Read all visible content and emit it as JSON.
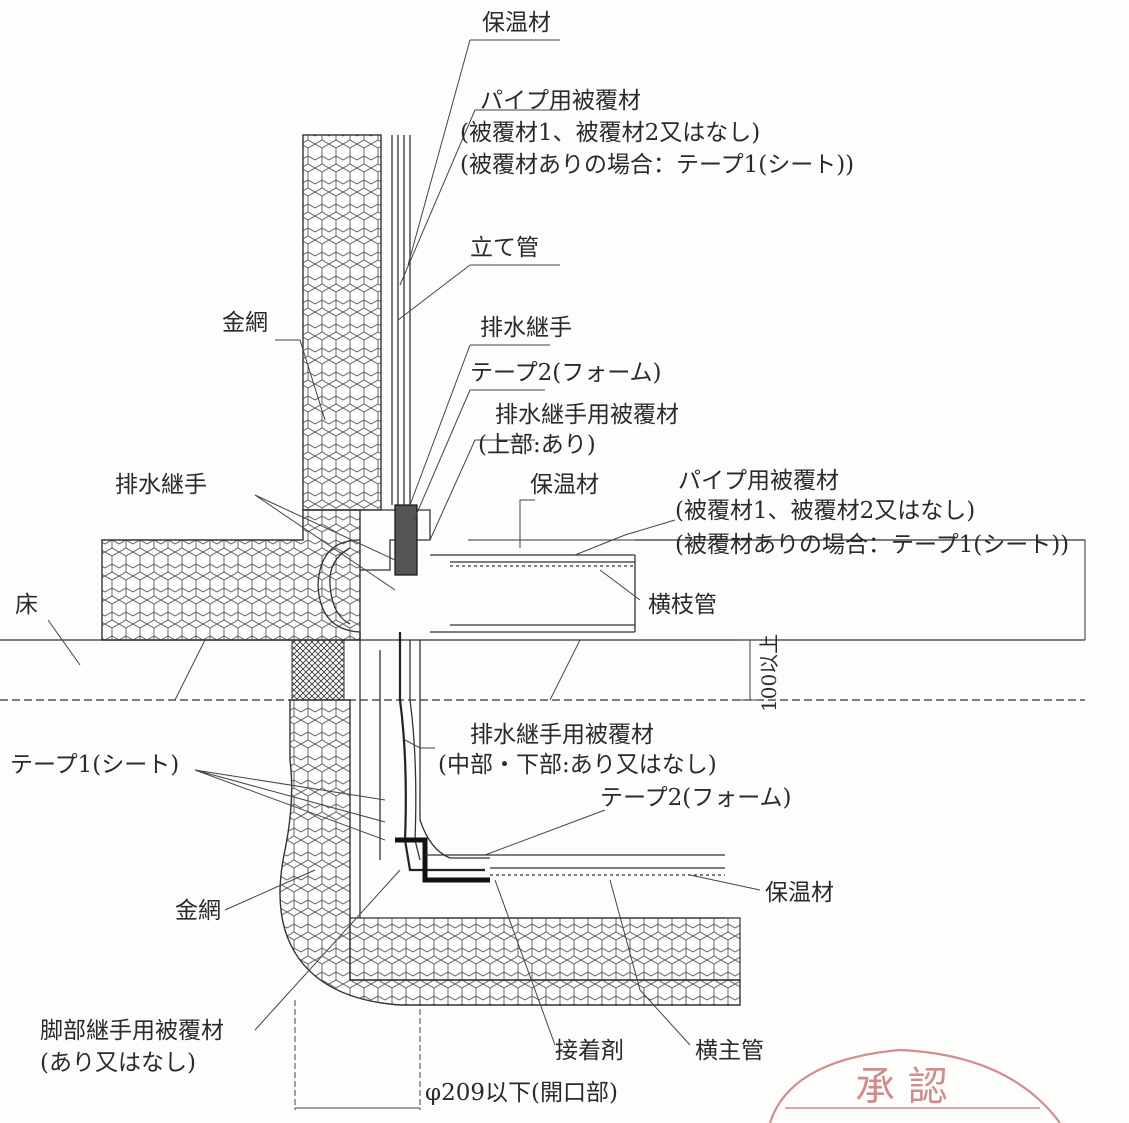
{
  "labels": {
    "insulation_top": "保温材",
    "pipe_cover_top_1": "パイプ用被覆材",
    "pipe_cover_top_2": "(被覆材1、被覆材2又はなし)",
    "pipe_cover_top_3": "(被覆材ありの場合：テープ1(シート))",
    "riser": "立て管",
    "wire_mesh_top": "金網",
    "drain_joint_upper": "排水継手",
    "tape2_upper": "テープ2(フォーム)",
    "joint_cover_upper_1": "排水継手用被覆材",
    "joint_cover_upper_2": "(上部:あり)",
    "drain_joint_left": "排水継手",
    "insulation_mid": "保温材",
    "pipe_cover_right_1": "パイプ用被覆材",
    "pipe_cover_right_2": "(被覆材1、被覆材2又はなし)",
    "pipe_cover_right_3": "(被覆材ありの場合：テープ1(シート))",
    "floor": "床",
    "branch_pipe": "横枝管",
    "dim_100": "100以上",
    "joint_cover_mid_1": "排水継手用被覆材",
    "joint_cover_mid_2": "(中部・下部:あり又はなし)",
    "tape1_left": "テープ1(シート)",
    "tape2_lower": "テープ2(フォーム)",
    "insulation_bottom": "保温材",
    "wire_mesh_bottom": "金網",
    "foot_joint_cover_1": "脚部継手用被覆材",
    "foot_joint_cover_2": "(あり又はなし)",
    "adhesive": "接着剤",
    "main_pipe": "横主管",
    "opening_dim": "φ209以下(開口部)",
    "stamp": "承 認"
  }
}
